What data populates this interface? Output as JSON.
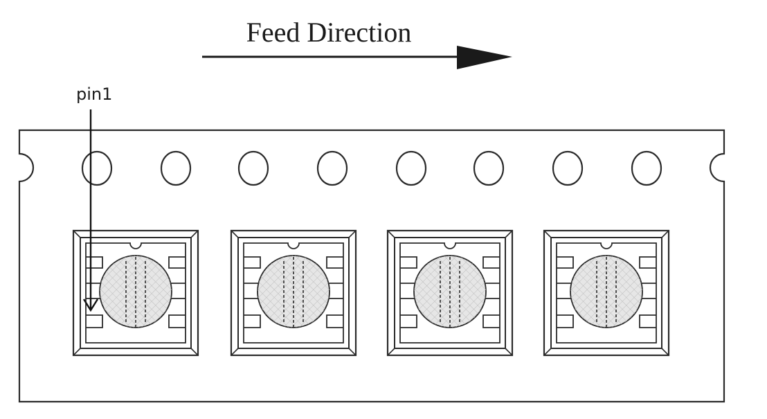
{
  "feed_label": "Feed Direction",
  "pin_label": "pin1",
  "colors": {
    "line": "#2a2a2a",
    "lens_fill": "#e6e6e6",
    "background": "#ffffff"
  },
  "components_count": 4,
  "sprocket_holes_count": 8
}
